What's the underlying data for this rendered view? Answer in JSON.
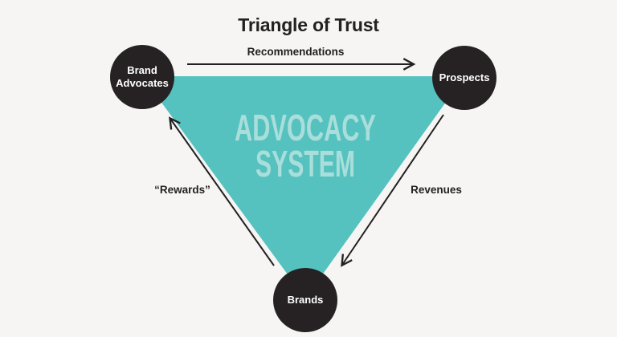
{
  "diagram": {
    "title": "Triangle of Trust",
    "center_label": {
      "line1": "ADVOCACY",
      "line2": "SYSTEM"
    },
    "nodes": [
      {
        "id": "brand-advocates",
        "lines": [
          "Brand",
          "Advocates"
        ]
      },
      {
        "id": "prospects",
        "lines": [
          "Prospects"
        ]
      },
      {
        "id": "brands",
        "lines": [
          "Brands"
        ]
      }
    ],
    "edges": [
      {
        "from": "Brand Advocates",
        "to": "Prospects",
        "label": "Recommendations"
      },
      {
        "from": "Prospects",
        "to": "Brands",
        "label": "Revenues"
      },
      {
        "from": "Brands",
        "to": "Brand Advocates",
        "label": "“Rewards”"
      }
    ],
    "colors": {
      "background": "#F6F5F4",
      "triangle": "#55C2BF",
      "center_text": "#A9DEDB",
      "node_fill": "#262223",
      "node_text": "#FFFFFF",
      "ink": "#232021"
    }
  }
}
